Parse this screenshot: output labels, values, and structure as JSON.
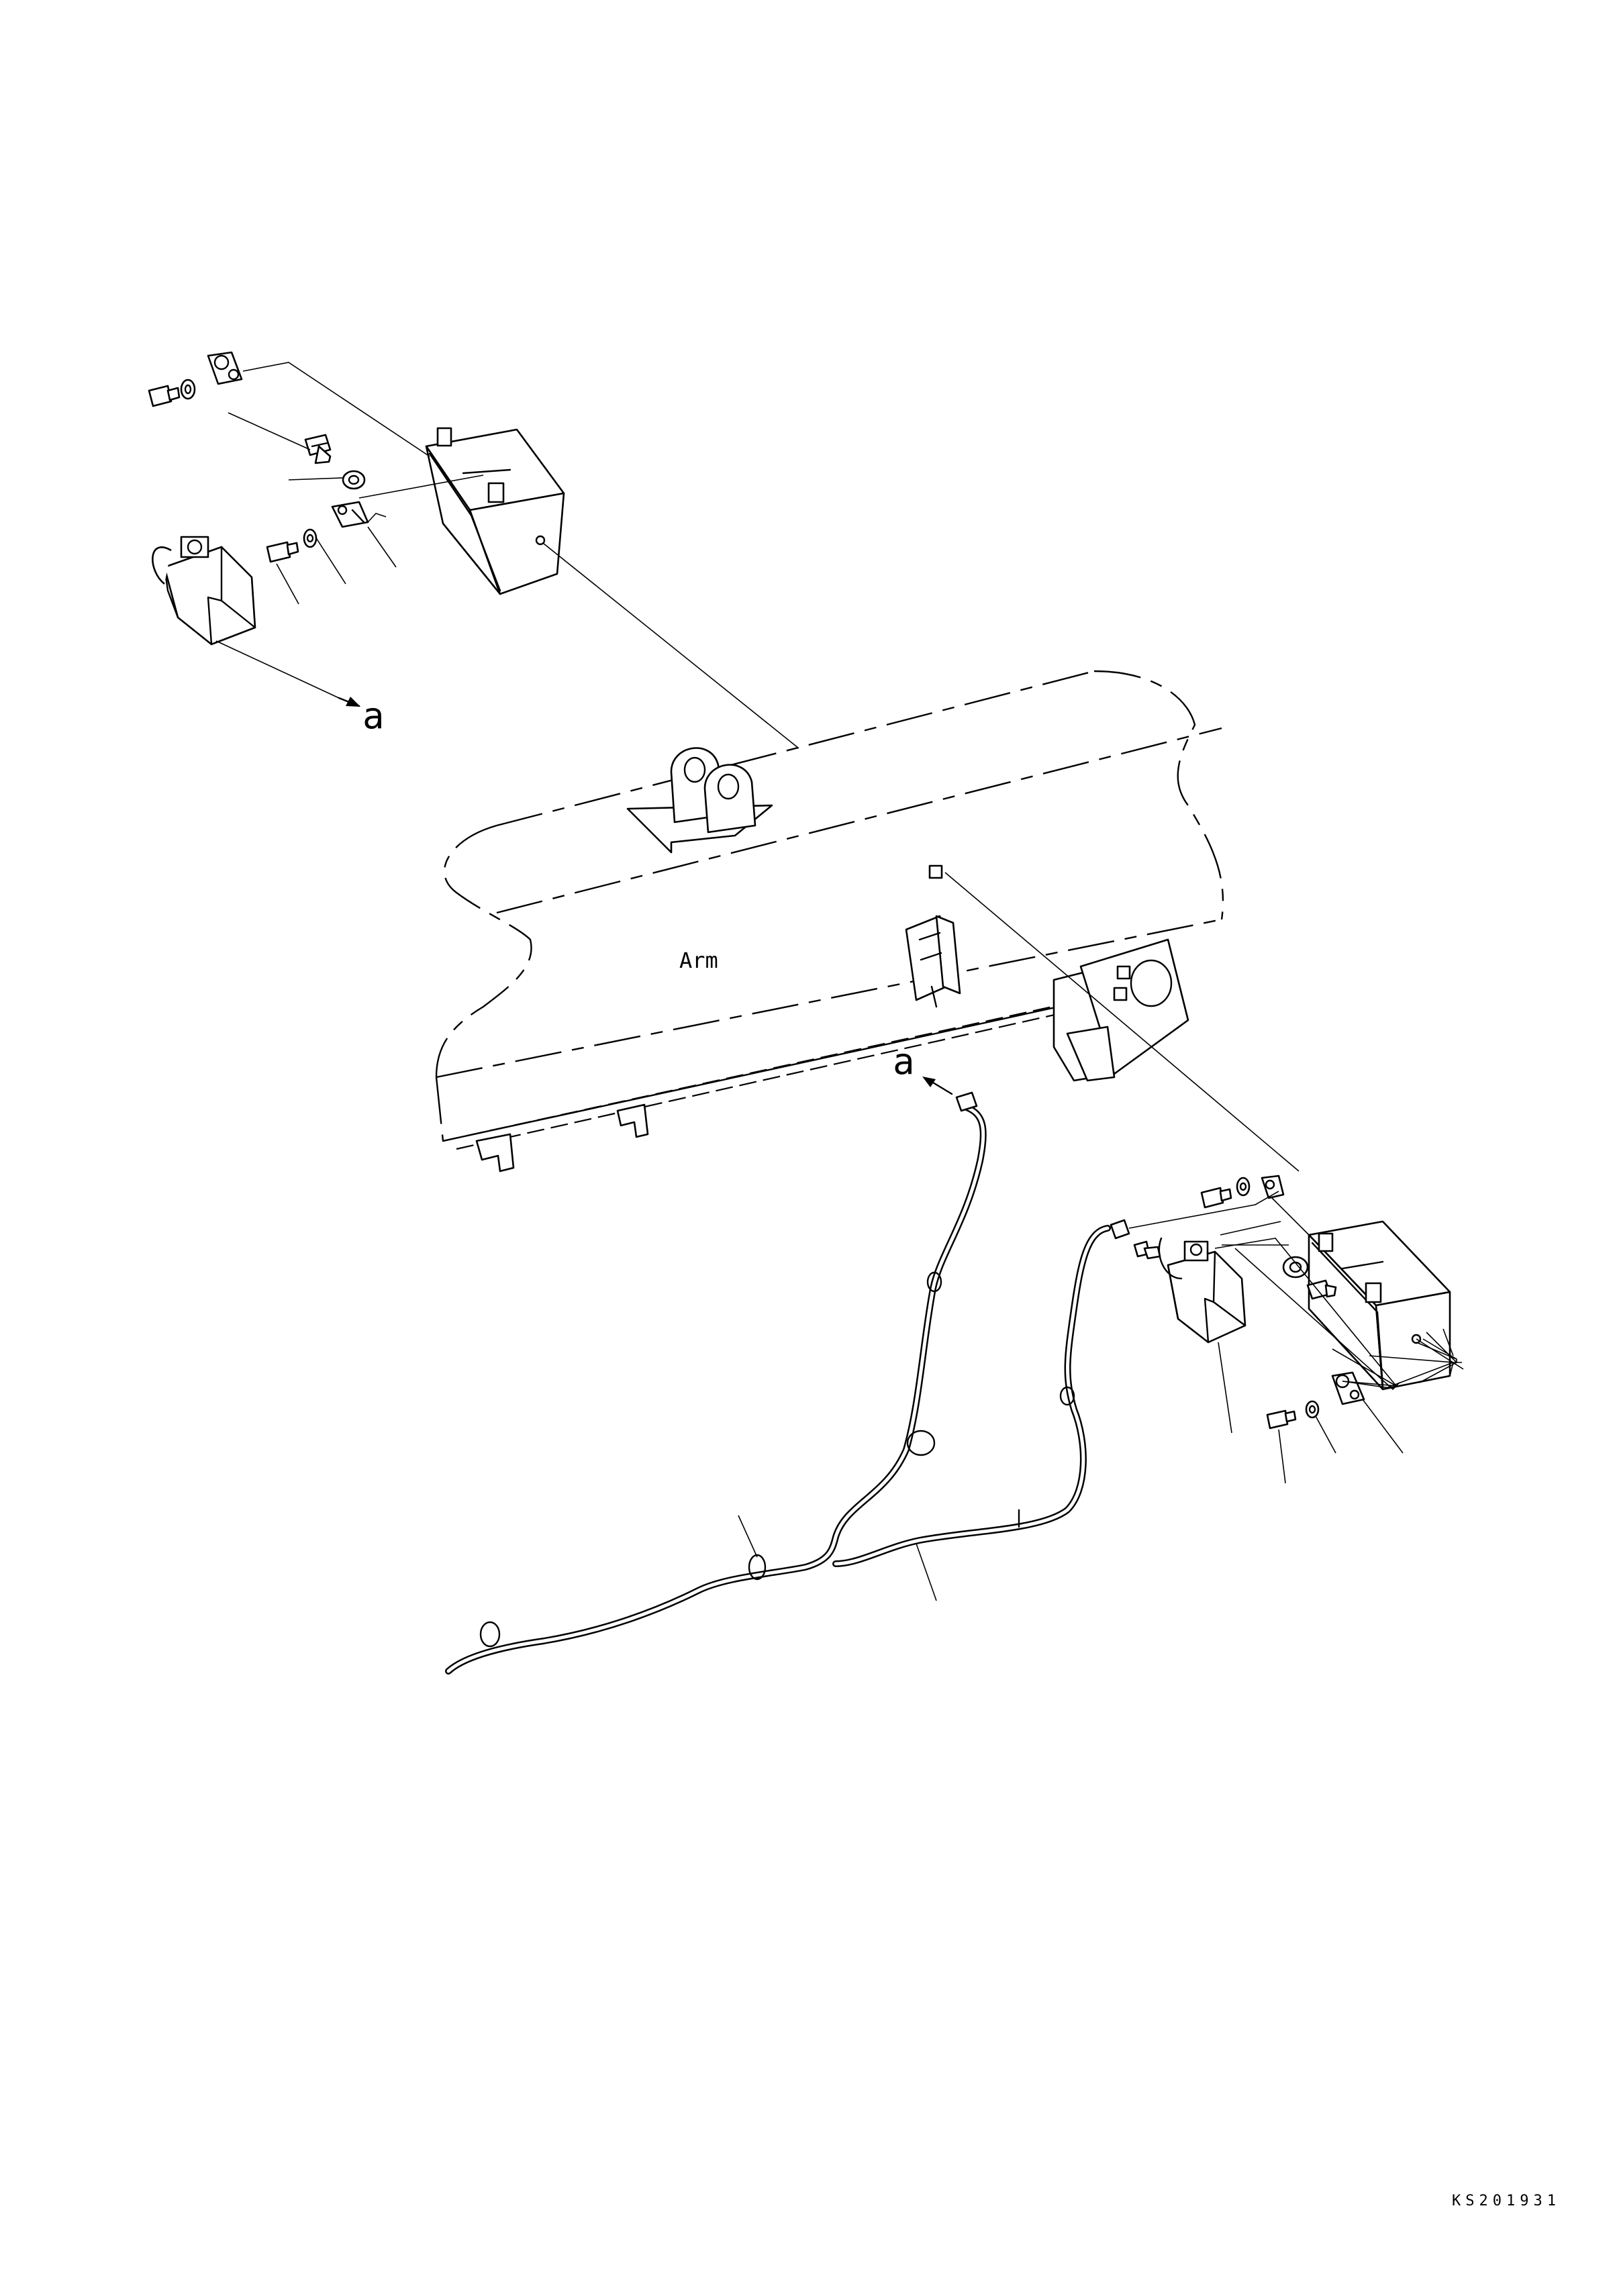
{
  "labels": {
    "arm": "Arm",
    "ref_a_top": "a",
    "ref_a_bottom": "a",
    "drawing_code": "KS201931"
  },
  "colors": {
    "line": "#000000",
    "background": "#ffffff"
  }
}
